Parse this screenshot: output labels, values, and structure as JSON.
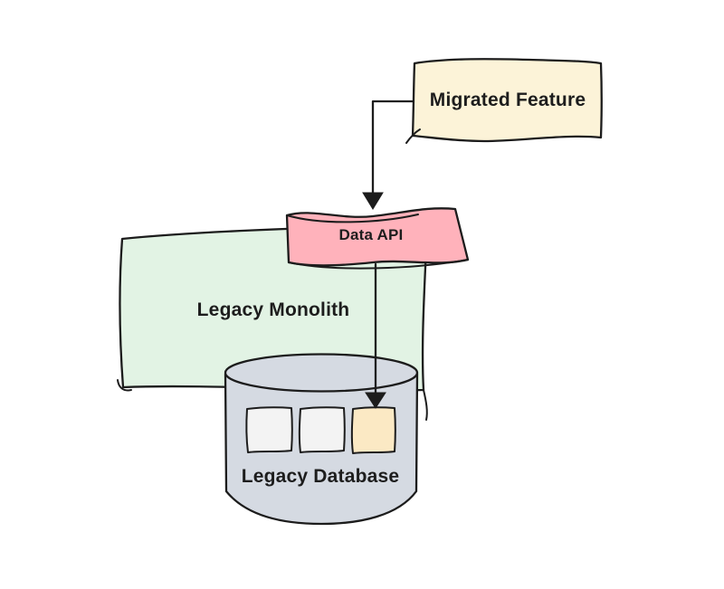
{
  "canvas": {
    "background": "#FFFFFF",
    "stroke_color": "#1C1C1C",
    "text_color": "#1D1D1D"
  },
  "nodes": {
    "migrated_feature": {
      "label": "Migrated Feature",
      "fill": "#FCF3D8",
      "shape": "sketch-rectangle"
    },
    "data_api": {
      "label": "Data API",
      "fill": "#FFB2BB",
      "shape": "sketch-ribbon"
    },
    "legacy_monolith": {
      "label": "Legacy Monolith",
      "fill": "#E2F3E4",
      "shape": "sketch-rectangle"
    },
    "legacy_database": {
      "label": "Legacy Database",
      "fill": "#D5DAE2",
      "shape": "cylinder",
      "segments": [
        {
          "fill": "#F3F3F3",
          "highlighted": false
        },
        {
          "fill": "#F3F3F3",
          "highlighted": false
        },
        {
          "fill": "#FBE9C4",
          "highlighted": true
        }
      ]
    }
  },
  "edges": [
    {
      "from": "migrated_feature",
      "to": "data_api",
      "style": "elbow-arrow"
    },
    {
      "from": "data_api",
      "to": "legacy_database_segment_3",
      "style": "straight-arrow"
    }
  ]
}
